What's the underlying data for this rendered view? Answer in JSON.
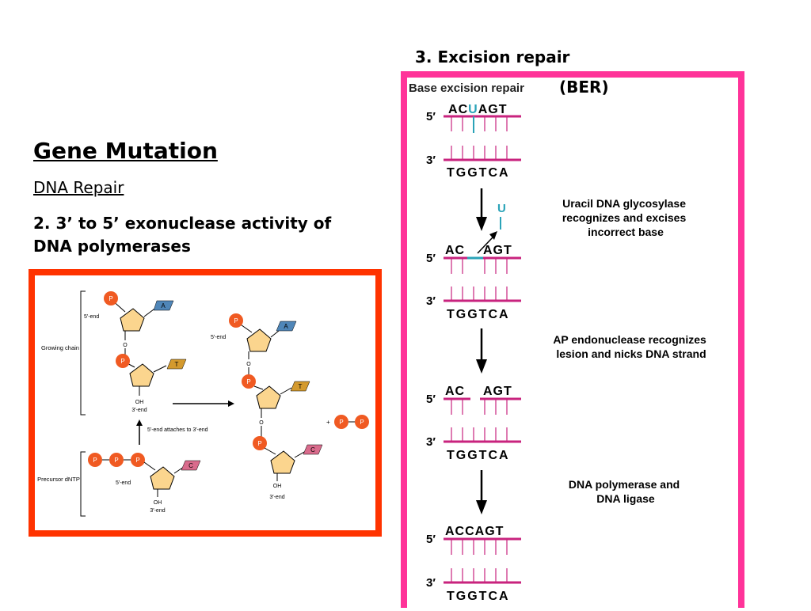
{
  "slide": {
    "title": "Gene Mutation",
    "subtitle": "DNA Repair",
    "point2": "2. 3’ to 5’ exonuclease activity of DNA polymerases",
    "point3": "3. Excision repair",
    "ber_suffix": "(BER)"
  },
  "colors": {
    "left_frame": "#ff3300",
    "right_frame": "#ff3399",
    "strand": "#c8237e",
    "uracil": "#2aa3b8",
    "phosphate": "#f05a22",
    "sugar": "#fbd58e",
    "base_A": "#4f86b8",
    "base_T": "#d49a2e",
    "base_C": "#d96b8c"
  },
  "exonuclease_diagram": {
    "growing_chain_label": "Growing chain",
    "precursor_label": "Precursor dNTP",
    "p": "P",
    "o": "O",
    "oh": "OH",
    "five_end": "5′-end",
    "three_end": "3′-end",
    "attach_note": "5′-end attaches to 3′-end",
    "plus": "+",
    "bases": [
      "A",
      "T",
      "C"
    ]
  },
  "ber_diagram": {
    "header": "Base excision repair",
    "prime5": "5′",
    "prime3": "3′",
    "stages": [
      {
        "top": [
          "A",
          "C",
          "U",
          "A",
          "G",
          "T"
        ],
        "bottom": "TGGTCA"
      },
      {
        "top_left": "AC",
        "top_right": "AGT",
        "bottom": "TGGTCA"
      },
      {
        "top_left": "AC",
        "top_right": "AGT",
        "bottom": "TGGTCA"
      },
      {
        "top": "ACCAGT",
        "bottom": "TGGTCA"
      }
    ],
    "excised_base": "U",
    "step1": [
      "Uracil DNA glycosylase",
      "recognizes and excises",
      "incorrect base"
    ],
    "step2": [
      "AP endonuclease recognizes",
      "lesion and nicks DNA strand"
    ],
    "step3": [
      "DNA polymerase and",
      "DNA ligase"
    ]
  }
}
